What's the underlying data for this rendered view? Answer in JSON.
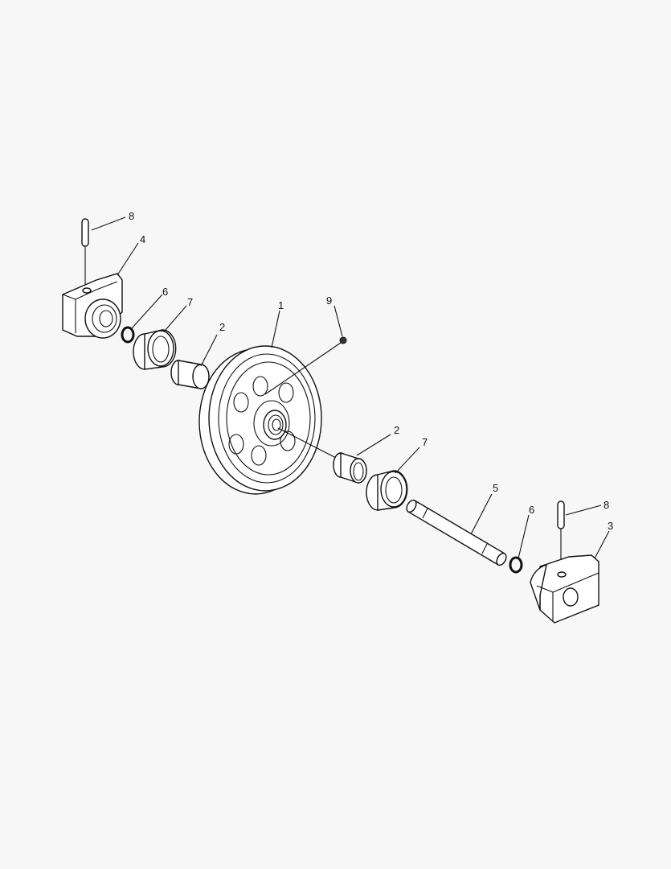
{
  "diagram": {
    "type": "exploded parts view",
    "subject": "track idler wheel assembly",
    "background": "#f7f7f7",
    "line_color": "#111111",
    "callouts": [
      {
        "id": "c8a",
        "label": "8",
        "part": "roll pin (left)"
      },
      {
        "id": "c4",
        "label": "4",
        "part": "idler bracket (left)"
      },
      {
        "id": "c6a",
        "label": "6",
        "part": "o-ring (left)"
      },
      {
        "id": "c7a",
        "label": "7",
        "part": "seal ring (left)"
      },
      {
        "id": "c2a",
        "label": "2",
        "part": "bushing (left)"
      },
      {
        "id": "c1",
        "label": "1",
        "part": "idler wheel"
      },
      {
        "id": "c9",
        "label": "9",
        "part": "plug"
      },
      {
        "id": "c2b",
        "label": "2",
        "part": "bushing (right)"
      },
      {
        "id": "c7b",
        "label": "7",
        "part": "seal ring (right)"
      },
      {
        "id": "c5",
        "label": "5",
        "part": "shaft"
      },
      {
        "id": "c6b",
        "label": "6",
        "part": "o-ring (right)"
      },
      {
        "id": "c8b",
        "label": "8",
        "part": "roll pin (right)"
      },
      {
        "id": "c3",
        "label": "3",
        "part": "idler bracket (right)"
      }
    ]
  }
}
